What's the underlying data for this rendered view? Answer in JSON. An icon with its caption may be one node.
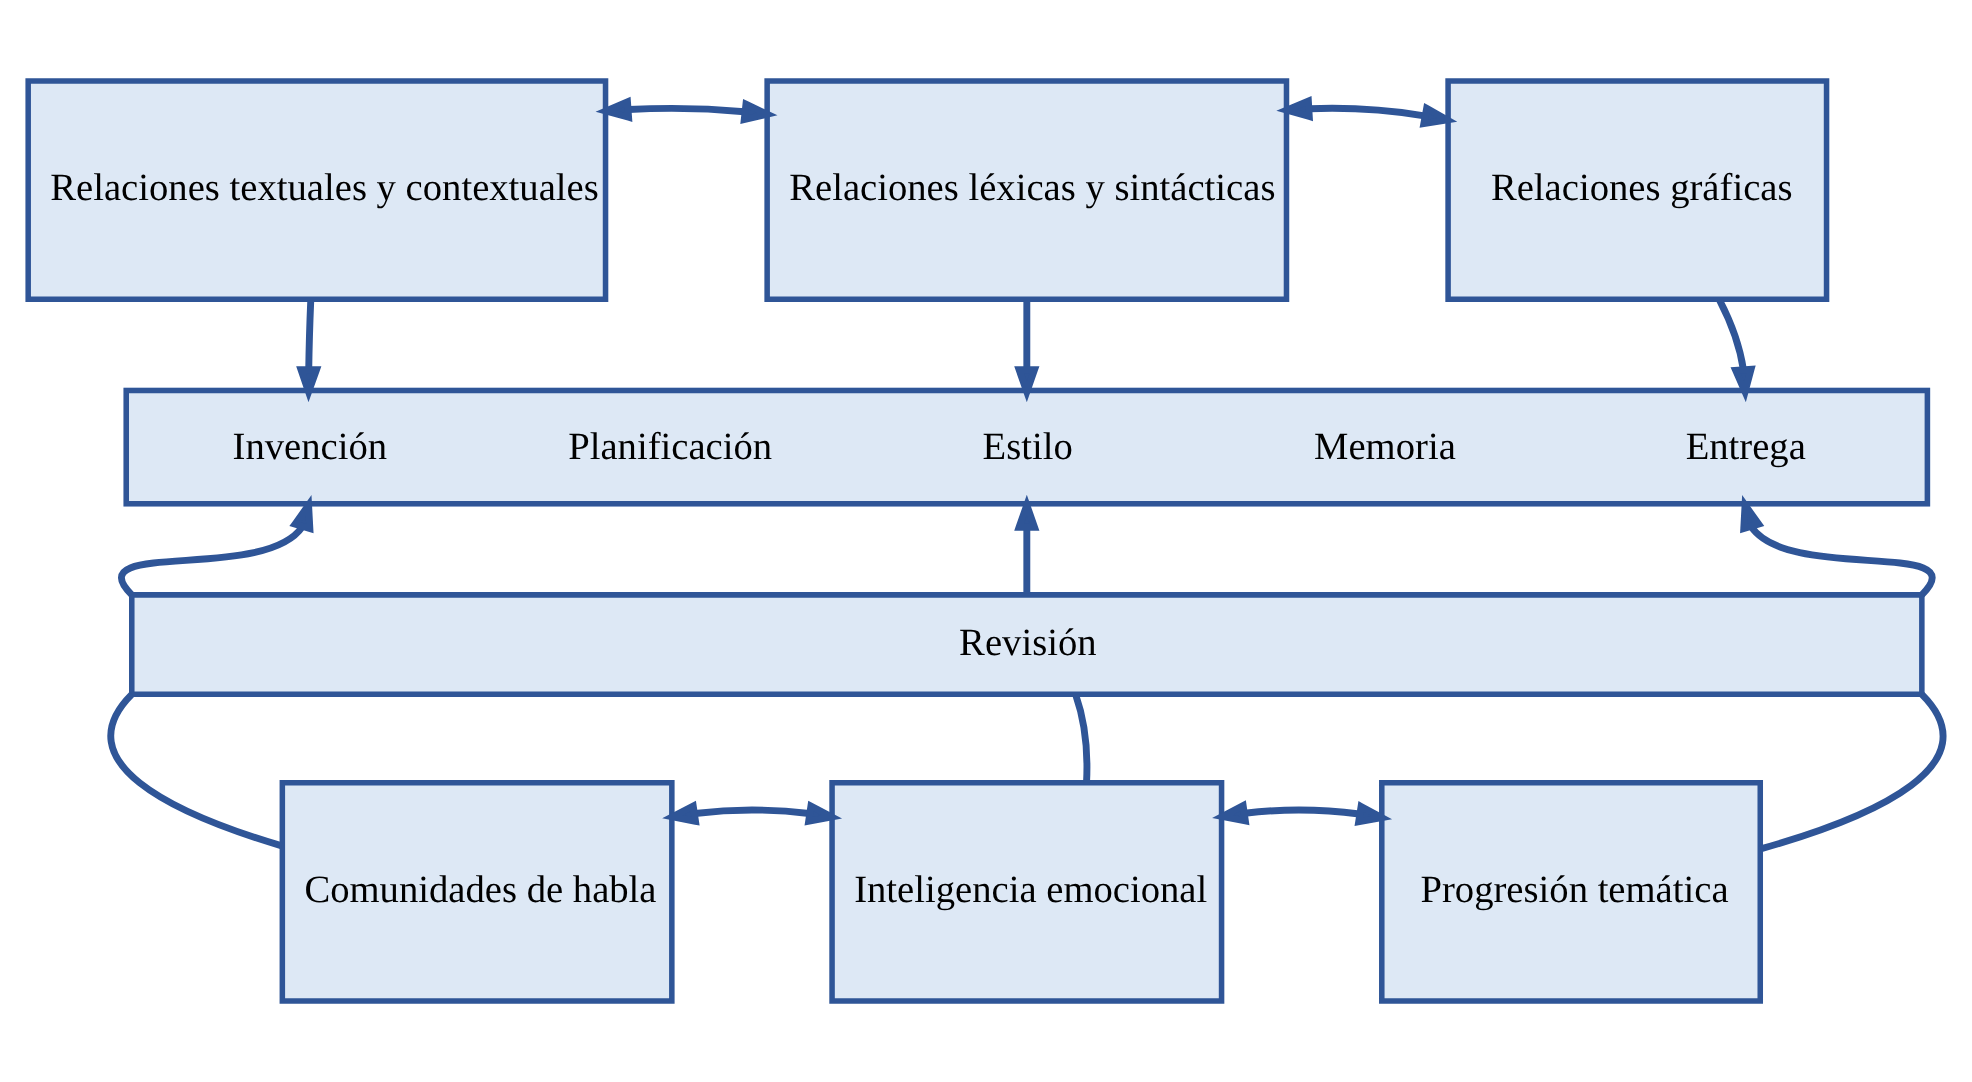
{
  "diagram": {
    "nodes": [
      {
        "text": [
          "Relaciones textuales y contextuales"
        ]
      },
      {
        "text": [
          "Relaciones léxicas y sintácticas"
        ]
      },
      {
        "text": [
          "Relaciones gráficas"
        ]
      },
      {
        "text": [
          "Invención",
          "Planificación",
          "Estilo",
          "Memoria",
          "Entrega"
        ]
      },
      {
        "text": [
          "Revisión"
        ]
      },
      {
        "text": [
          "Comunidades de habla"
        ]
      },
      {
        "text": [
          "Inteligencia emocional"
        ]
      },
      {
        "text": [
          "Progresión temática"
        ]
      }
    ],
    "edges": [
      {
        "from": 0,
        "to": 1,
        "arrow": "both"
      },
      {
        "from": 1,
        "to": 2,
        "arrow": "both"
      },
      {
        "from": 0,
        "to": 3,
        "arrow": "to"
      },
      {
        "from": 1,
        "to": 3,
        "arrow": "to"
      },
      {
        "from": 2,
        "to": 3,
        "arrow": "to"
      },
      {
        "from": 4,
        "to": 3,
        "arrow": "to"
      },
      {
        "from": 4,
        "to": 3,
        "arrow": "to"
      },
      {
        "from": 4,
        "to": 3,
        "arrow": "to"
      },
      {
        "from": 5,
        "to": 4,
        "arrow": "none"
      },
      {
        "from": 6,
        "to": 4,
        "arrow": "none"
      },
      {
        "from": 7,
        "to": 4,
        "arrow": "none"
      },
      {
        "from": 5,
        "to": 6,
        "arrow": "both"
      },
      {
        "from": 6,
        "to": 7,
        "arrow": "both"
      }
    ]
  }
}
